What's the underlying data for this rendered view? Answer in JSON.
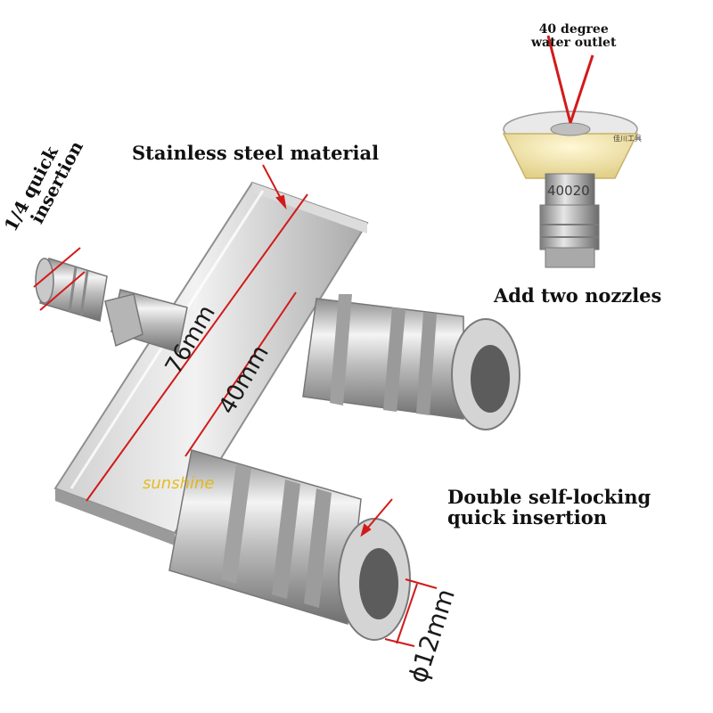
{
  "labels": {
    "material": "Stainless steel material",
    "quick_line1": "1/4 quick",
    "quick_line2": "insertion",
    "outlet_line1": "40 degree",
    "outlet_line2": "water outlet",
    "nozzles": "Add two nozzles",
    "locking_line1": "Double self-locking",
    "locking_line2": "quick insertion",
    "nozzle_code": "40020",
    "nozzle_brand": "佳川工具",
    "watermark": "sunshine"
  },
  "dimensions": {
    "length": "76mm",
    "spacing": "40mm",
    "diameter": "ϕ12mm"
  },
  "colors": {
    "annotation_red": "#d21a1a",
    "steel_light": "#e6e6e6",
    "steel_dark": "#8a8a8a",
    "nozzle_cream": "#f1e6b4",
    "watermark": "#e4b400"
  }
}
